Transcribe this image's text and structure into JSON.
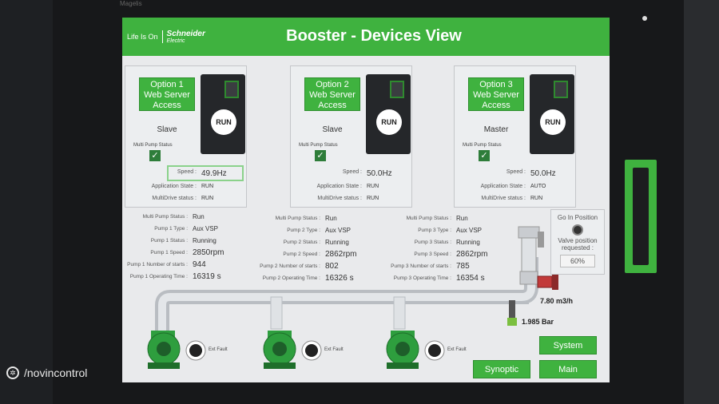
{
  "hmi": {
    "brand_top": "Magelis"
  },
  "header": {
    "logo_life": "Life Is On",
    "logo_brand": "Schneider",
    "logo_sub": "Electric",
    "title": "Booster - Devices View"
  },
  "devices": [
    {
      "web_label": [
        "Option 1",
        "Web Server",
        "Access"
      ],
      "run": "RUN",
      "role": "Slave",
      "mps_label": "Multi Pump Status",
      "speed_label": "Speed :",
      "speed": "49.9Hz",
      "app_state_label": "Application State :",
      "app_state": "RUN",
      "multidrive_label": "MultiDrive status :",
      "multidrive": "RUN"
    },
    {
      "web_label": [
        "Option 2",
        "Web Server",
        "Access"
      ],
      "run": "RUN",
      "role": "Slave",
      "mps_label": "Multi Pump Status",
      "speed_label": "Speed :",
      "speed": "50.0Hz",
      "app_state_label": "Application State :",
      "app_state": "RUN",
      "multidrive_label": "MultiDrive status :",
      "multidrive": "RUN"
    },
    {
      "web_label": [
        "Option 3",
        "Web Server",
        "Access"
      ],
      "run": "RUN",
      "role": "Master",
      "mps_label": "Multi Pump Status",
      "speed_label": "Speed :",
      "speed": "50.0Hz",
      "app_state_label": "Application State :",
      "app_state": "AUTO",
      "multidrive_label": "MultiDrive status :",
      "multidrive": "RUN"
    }
  ],
  "pumps": [
    {
      "rows": [
        {
          "k": "Multi Pump Status :",
          "v": "Run"
        },
        {
          "k": "Pump 1 Type :",
          "v": "Aux VSP"
        },
        {
          "k": "Pump 1 Status :",
          "v": "Running"
        },
        {
          "k": "Pump 1 Speed :",
          "v": "2850rpm"
        },
        {
          "k": "Pump 1 Number of starts :",
          "v": "944"
        },
        {
          "k": "Pump 1 Operating Time :",
          "v": "16319 s"
        }
      ]
    },
    {
      "rows": [
        {
          "k": "Multi Pump Status :",
          "v": "Run"
        },
        {
          "k": "Pump 2 Type :",
          "v": "Aux VSP"
        },
        {
          "k": "Pump 2 Status :",
          "v": "Running"
        },
        {
          "k": "Pump 2 Speed :",
          "v": "2862rpm"
        },
        {
          "k": "Pump 2 Number of starts :",
          "v": "802"
        },
        {
          "k": "Pump 2 Operating Time :",
          "v": "16326 s"
        }
      ]
    },
    {
      "rows": [
        {
          "k": "Multi Pump Status :",
          "v": "Run"
        },
        {
          "k": "Pump 3 Type :",
          "v": "Aux VSP"
        },
        {
          "k": "Pump 3 Status :",
          "v": "Running"
        },
        {
          "k": "Pump 3 Speed :",
          "v": "2862rpm"
        },
        {
          "k": "Pump 3 Number of starts :",
          "v": "785"
        },
        {
          "k": "Pump 3 Operating Time :",
          "v": "16354 s"
        }
      ]
    }
  ],
  "valve": {
    "go_in_position": "Go In Position",
    "position_label": "Valve position requested :",
    "position": "60%"
  },
  "process": {
    "flow": "7.80 m3/h",
    "pressure": "1.985 Bar",
    "ext_fault": "Ext Fault"
  },
  "nav": {
    "system": "System",
    "synoptic": "Synoptic",
    "main": "Main"
  },
  "colors": {
    "accent": "#3fb23f",
    "screen_bg": "#e9eaec",
    "pipe": "#d5d8dc",
    "pump": "#2e9e3e"
  },
  "icons": {
    "checkbox": "check-icon",
    "watermark": "film-reel-icon"
  },
  "watermark": "/novincontrol"
}
